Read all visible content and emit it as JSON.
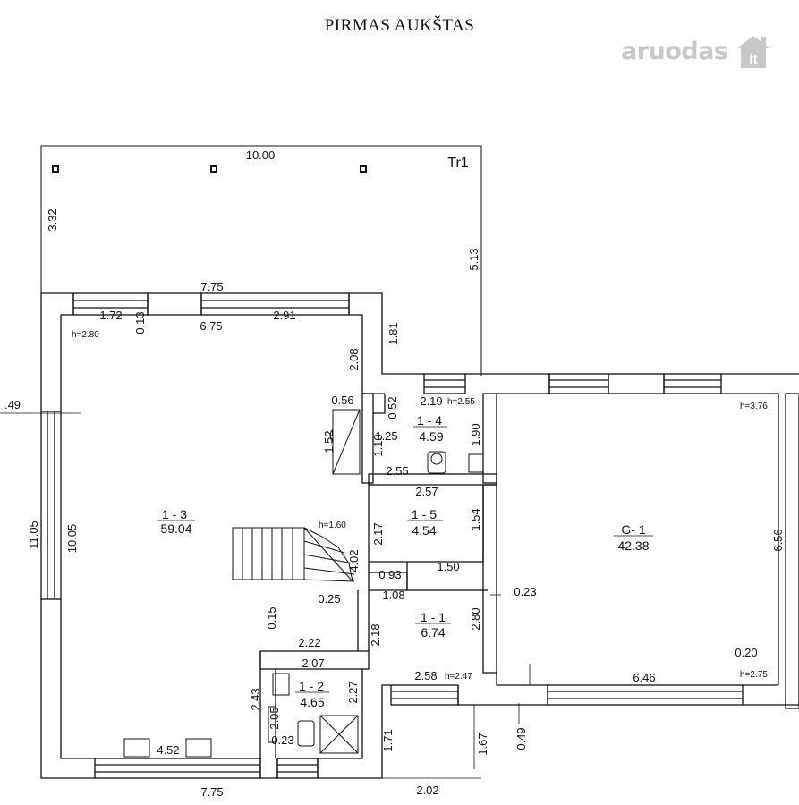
{
  "title": "PIRMAS AUKŠTAS",
  "watermark": {
    "text": "aruodas",
    "suffix": "lt"
  },
  "terrace": {
    "label": "Tr1",
    "width": "10.00",
    "depth_left": "3.32",
    "depth_right": "5.13"
  },
  "rooms": [
    {
      "id": "1 - 3",
      "area": "59.04"
    },
    {
      "id": "1 - 4",
      "area": "4.59"
    },
    {
      "id": "1 - 5",
      "area": "4.54"
    },
    {
      "id": "1 - 1",
      "area": "6.74"
    },
    {
      "id": "1 - 2",
      "area": "4.65"
    },
    {
      "id": "G- 1",
      "area": "42.38"
    }
  ],
  "heights": {
    "h_living": "h=2.80",
    "h_wc": "h=2.55",
    "h_stair": "h=1.60",
    "h_hall": "h=2.47",
    "h_garage_top": "h=3.76",
    "h_garage_bottom": "h=2.75"
  },
  "dims": {
    "top_outer": "7.75",
    "top_window": "1.72",
    "top_a": "0.13",
    "top_b": "6.75",
    "top_c": "2.91",
    "right_a": "1.81",
    "right_b": "2.08",
    "niche_w": "0.56",
    "niche_h": "1.52",
    "left_cut": ".49",
    "left_outer": "11.05",
    "left_inner": "10.05",
    "wc_top": "2.19",
    "wc_a": "0.52",
    "wc_b": "1.25",
    "wc_c": "1.10",
    "wc_d": "1.90",
    "wc_bottom": "2.55",
    "r5_top": "2.57",
    "r5_left": "2.17",
    "r5_right": "1.54",
    "r5_bottom": "0.93",
    "r5_step": "4.02",
    "hall_top": "1.50",
    "hall_a": "1.08",
    "hall_left": "2.18",
    "hall_right": "2.80",
    "hall_bottom": "2.58",
    "garage_left": "0.23",
    "garage_right": "6.56",
    "garage_bottom": "6.46",
    "garage_wall": "0.20",
    "stair_gap": "0.25",
    "bath_wall": "0.15",
    "bath_top": "2.22",
    "bath_inner": "2.07",
    "bath_left": "2.43",
    "bath_left2": "2.05",
    "bath_right": "2.27",
    "bath_small": "0.23",
    "kitchen": "4.52",
    "bottom_left": "7.75",
    "bottom_right": "2.02",
    "entry_a": "1.71",
    "entry_b": "1.67",
    "entry_c": "0.49"
  }
}
